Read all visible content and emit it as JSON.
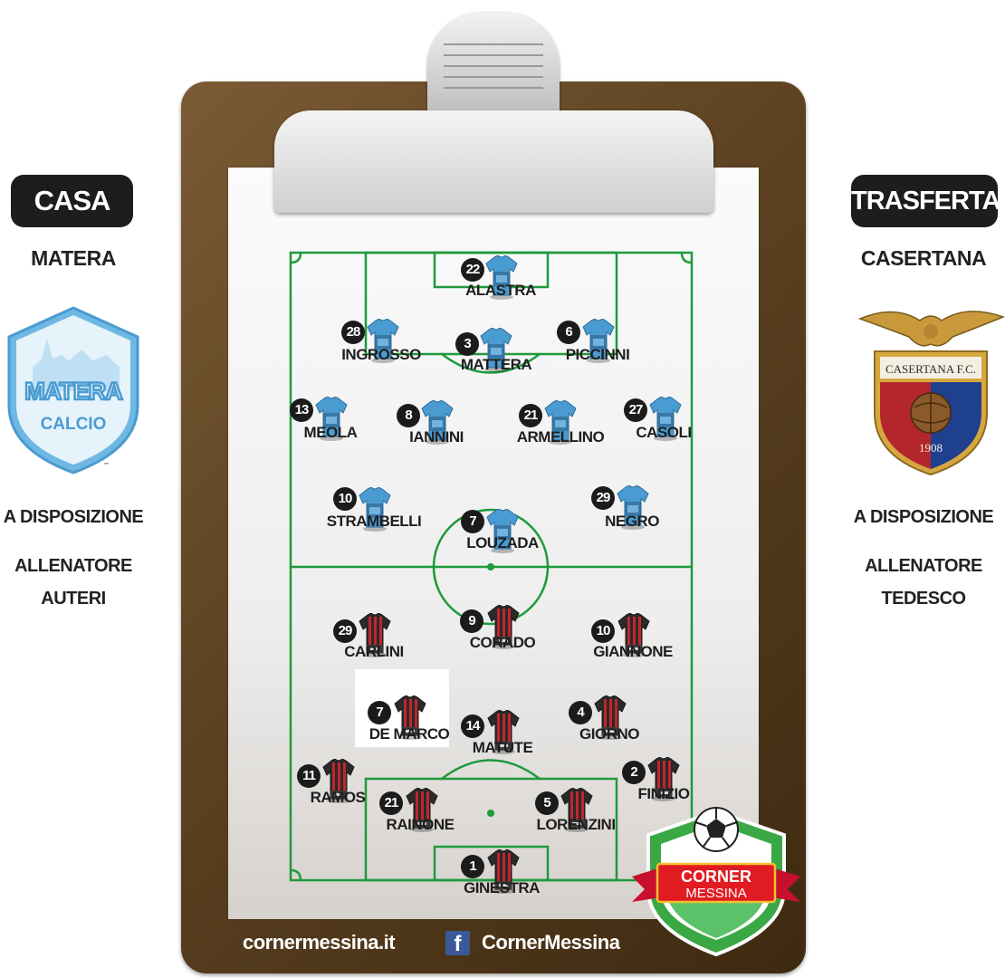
{
  "home": {
    "badge": "CASA",
    "team": "MATERA",
    "crest_text_top": "MATERA",
    "crest_text_bottom": "CALCIO",
    "crest_tm": "™",
    "bench_label": "A DISPOSIZIONE",
    "coach_label": "ALLENATORE",
    "coach_name": "AUTERI",
    "color": "#4a9bd1"
  },
  "away": {
    "badge": "TRASFERTA",
    "team": "CASERTANA",
    "crest_text": "CASERTANA F.C.",
    "crest_year": "1908",
    "bench_label": "A DISPOSIZIONE",
    "coach_label": "ALLENATORE",
    "coach_name": "TEDESCO",
    "color": "#b3262c"
  },
  "footer": {
    "site": "cornermessina.it",
    "fb_icon": "f",
    "fb_handle": "CornerMessina"
  },
  "logo": {
    "line1": "CORNER",
    "line2": "MESSINA"
  },
  "home_players": [
    {
      "num": "22",
      "name": "ALASTRA"
    },
    {
      "num": "28",
      "name": "INGROSSO"
    },
    {
      "num": "3",
      "name": "MATTERA"
    },
    {
      "num": "6",
      "name": "PICCINNI"
    },
    {
      "num": "13",
      "name": "MEOLA"
    },
    {
      "num": "8",
      "name": "IANNINI"
    },
    {
      "num": "21",
      "name": "ARMELLINO"
    },
    {
      "num": "27",
      "name": "CASOLI"
    },
    {
      "num": "10",
      "name": "STRAMBELLI"
    },
    {
      "num": "7",
      "name": "LOUZADA"
    },
    {
      "num": "29",
      "name": "NEGRO"
    }
  ],
  "away_players": [
    {
      "num": "29",
      "name": "CARLINI"
    },
    {
      "num": "9",
      "name": "CORADO"
    },
    {
      "num": "10",
      "name": "GIANNONE"
    },
    {
      "num": "7",
      "name": "DE MARCO"
    },
    {
      "num": "14",
      "name": "MATUTE"
    },
    {
      "num": "4",
      "name": "GIORNO"
    },
    {
      "num": "11",
      "name": "RAMOS"
    },
    {
      "num": "2",
      "name": "FINIZIO"
    },
    {
      "num": "21",
      "name": "RAINONE"
    },
    {
      "num": "5",
      "name": "LORENZINI"
    },
    {
      "num": "1",
      "name": "GINESTRA"
    }
  ]
}
